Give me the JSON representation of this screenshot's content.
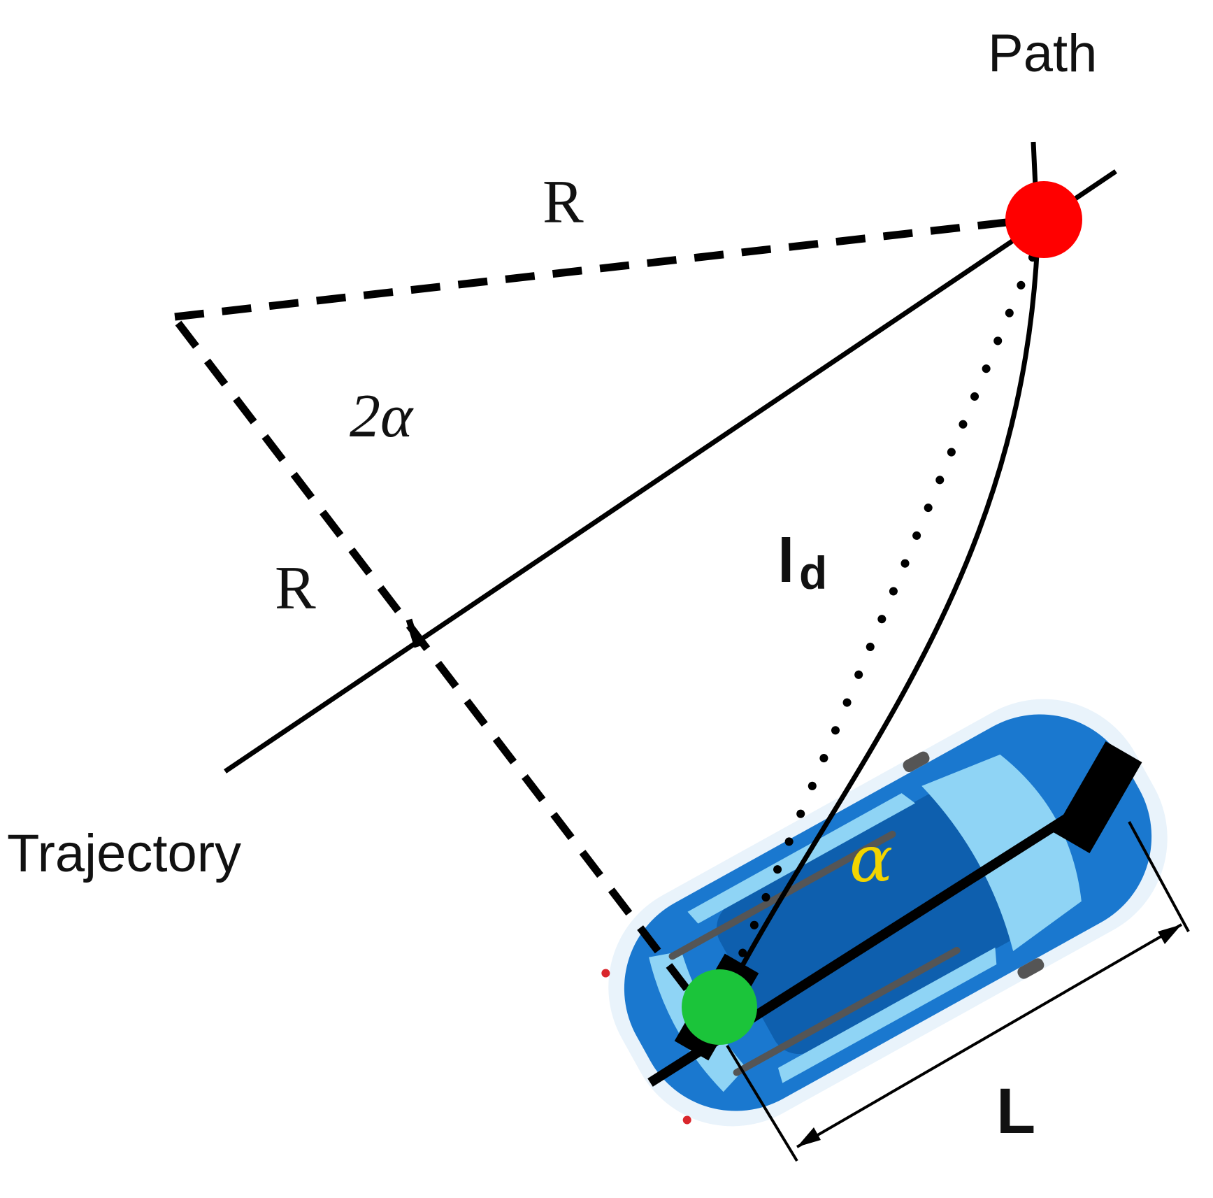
{
  "labels": {
    "path": "Path",
    "trajectory": "Trajectory",
    "radius_top": "R",
    "radius_left": "R",
    "double_angle": "2α",
    "lookahead_main": "l",
    "lookahead_sub": "d",
    "angle": "α",
    "wheelbase": "L"
  },
  "colors": {
    "line": "#000000",
    "goal_point": "#ff0000",
    "rear_axle_point": "#1bc43a",
    "car_body": "#1a78cf",
    "car_body_dark": "#0e5fae",
    "car_glass": "#8fd4f5",
    "car_trim": "#555555",
    "angle_label": "#f2d400"
  },
  "icons": {
    "car": "car-top-view-icon"
  }
}
